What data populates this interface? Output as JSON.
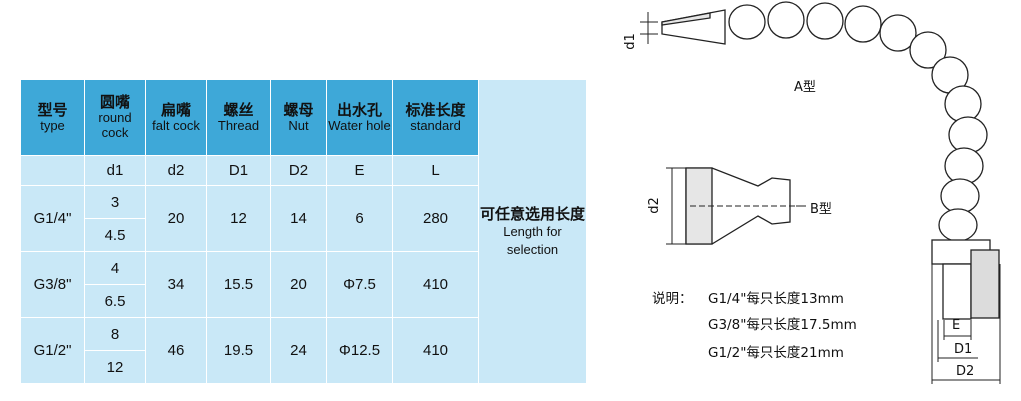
{
  "table": {
    "headers": [
      {
        "cn": "型号",
        "en": "type"
      },
      {
        "cn": "圆嘴",
        "en": "round cock"
      },
      {
        "cn": "扁嘴",
        "en": "falt cock"
      },
      {
        "cn": "螺丝",
        "en": "Thread"
      },
      {
        "cn": "螺母",
        "en": "Nut"
      },
      {
        "cn": "出水孔",
        "en": "Water hole"
      },
      {
        "cn": "标准长度",
        "en": "standard"
      }
    ],
    "symbols": [
      "d1",
      "d2",
      "D1",
      "D2",
      "E",
      "L"
    ],
    "side_note": {
      "cn": "可任意选用长度",
      "en": "Length for selection"
    },
    "groups": [
      {
        "type": "G1/4\"",
        "d1": [
          "3",
          "4.5"
        ],
        "d2": "20",
        "D1": "12",
        "D2": "14",
        "E": "6",
        "L": "280"
      },
      {
        "type": "G3/8\"",
        "d1": [
          "4",
          "6.5"
        ],
        "d2": "34",
        "D1": "15.5",
        "D2": "20",
        "E": "Φ7.5",
        "L": "410"
      },
      {
        "type": "G1/2\"",
        "d1": [
          "8",
          "12"
        ],
        "d2": "46",
        "D1": "19.5",
        "D2": "24",
        "E": "Φ12.5",
        "L": "410"
      }
    ]
  },
  "diagram": {
    "label_d1": "d1",
    "label_a": "A型",
    "label_d2": "d2",
    "label_b": "B型",
    "label_E": "E",
    "label_D1": "D1",
    "label_D2": "D2",
    "notes": {
      "prefix": "说明：",
      "line1": "G1/4\"每只长度13mm",
      "line2": "G3/8\"每只长度17.5mm",
      "line3": "G1/2\"每只长度21mm"
    }
  }
}
